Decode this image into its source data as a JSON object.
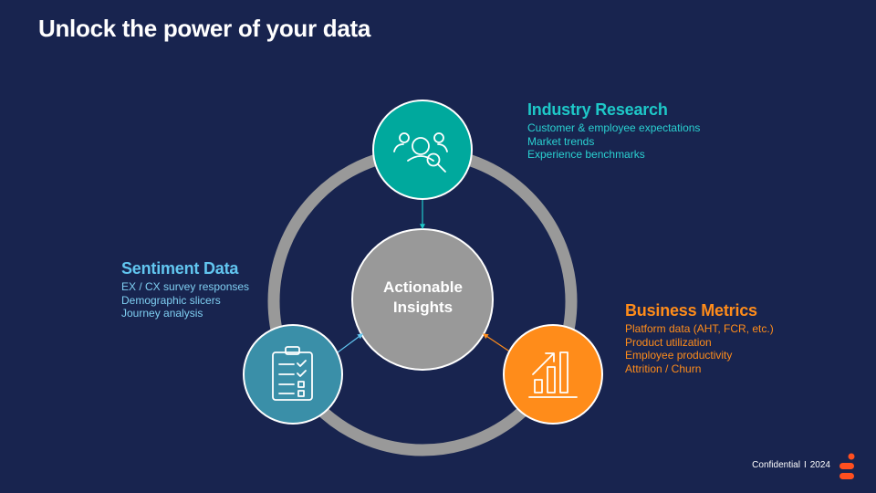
{
  "slide": {
    "title": "Unlock the power of your data"
  },
  "center": {
    "line1": "Actionable",
    "line2": "Insights"
  },
  "research": {
    "heading": "Industry Research",
    "items": [
      "Customer & employee expectations",
      "Market trends",
      "Experience benchmarks"
    ],
    "icon": "people-search-icon",
    "color": "#00a99d"
  },
  "sentiment": {
    "heading": "Sentiment Data",
    "items": [
      "EX / CX survey responses",
      "Demographic slicers",
      "Journey analysis"
    ],
    "icon": "clipboard-checklist-icon",
    "color": "#3a8fa8"
  },
  "metrics": {
    "heading": "Business Metrics",
    "items": [
      "Platform data (AHT, FCR, etc.)",
      "Product utilization",
      "Employee productivity",
      "Attrition / Churn"
    ],
    "icon": "bar-chart-growth-icon",
    "color": "#ff8c1a"
  },
  "footer": {
    "label": "Confidential",
    "separator": "I",
    "year": "2024",
    "logo": "brand-logo-icon"
  },
  "colors": {
    "background": "#18244f",
    "ring": "#999999",
    "center": "#999999"
  }
}
